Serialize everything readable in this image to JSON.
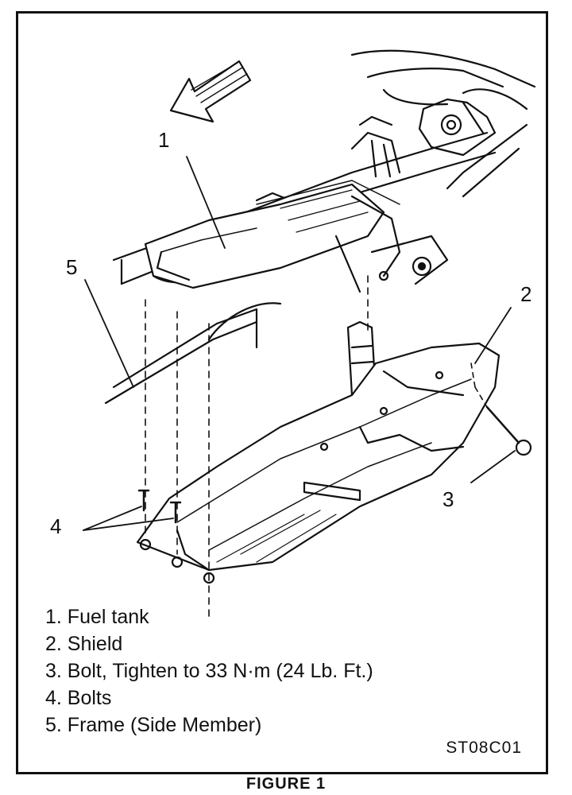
{
  "diagram": {
    "callouts": [
      "1",
      "2",
      "3",
      "4",
      "5"
    ],
    "legend": [
      "1. Fuel tank",
      "2. Shield",
      "3. Bolt, Tighten to 33 N·m (24 Lb. Ft.)",
      "4. Bolts",
      "5. Frame (Side Member)"
    ],
    "figure_code": "ST08C01",
    "caption": "FIGURE 1"
  }
}
